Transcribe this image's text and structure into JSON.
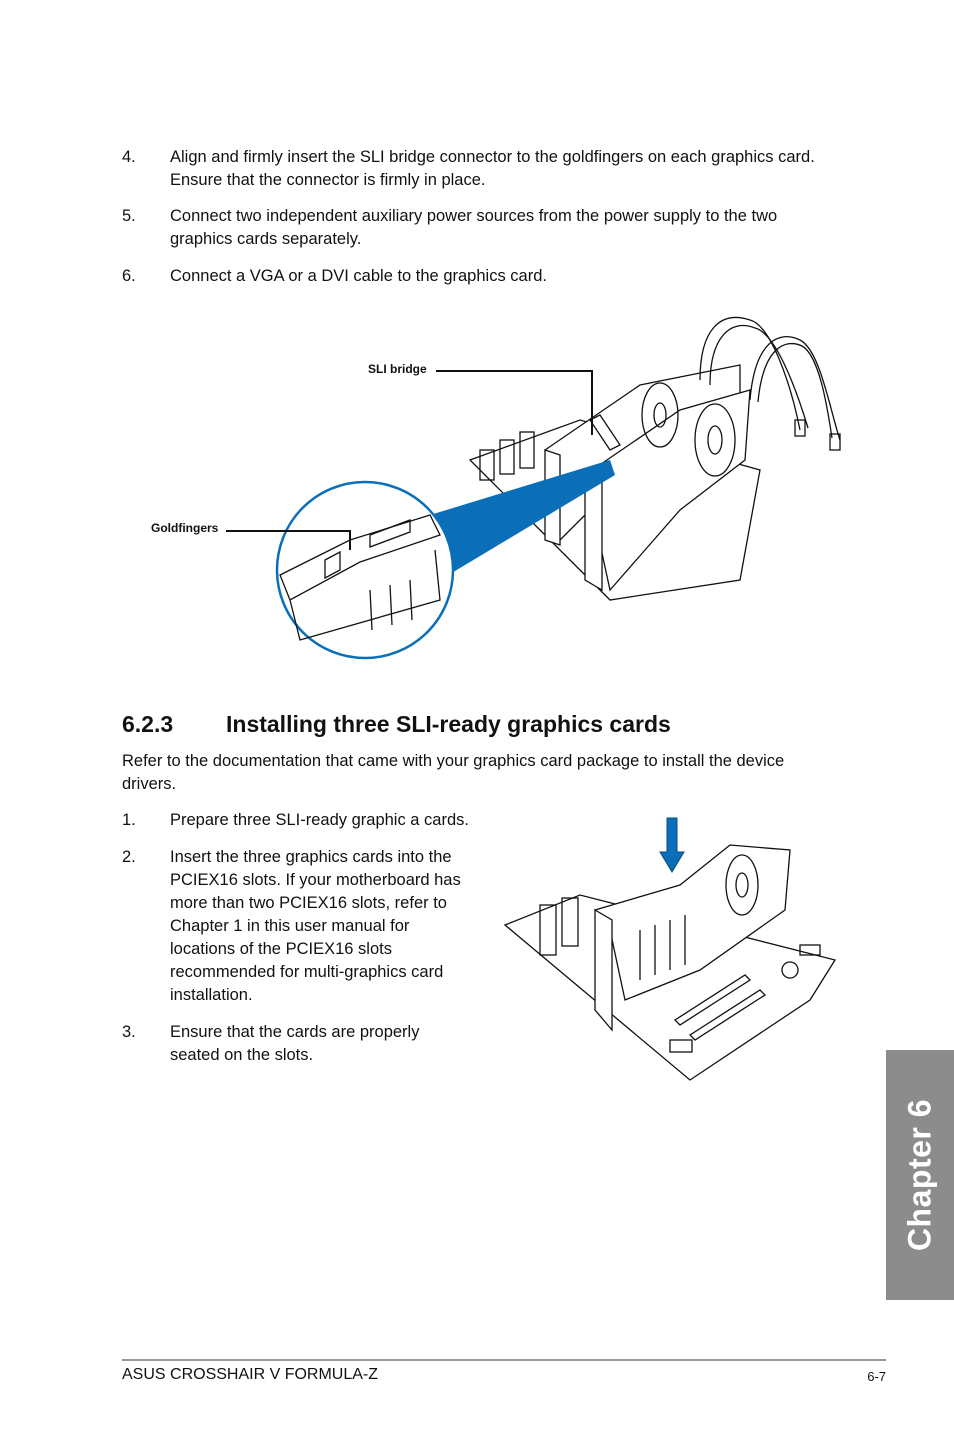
{
  "steps_top": [
    {
      "num": "4.",
      "text": "Align and firmly insert the SLI bridge connector to the goldfingers on each graphics card. Ensure that the connector is firmly in place."
    },
    {
      "num": "5.",
      "text": "Connect two independent auxiliary power sources from the power supply to the two graphics cards separately."
    },
    {
      "num": "6.",
      "text": "Connect a VGA or a DVI cable to the graphics card."
    }
  ],
  "figure1": {
    "label_sli_bridge": "SLI bridge",
    "label_goldfingers": "Goldfingers"
  },
  "section": {
    "number": "6.2.3",
    "title": "Installing three SLI-ready graphics cards",
    "intro": "Refer to the documentation that came with your graphics card package to install the device drivers."
  },
  "steps_bottom": [
    {
      "num": "1.",
      "text": "Prepare three SLI-ready graphic a cards."
    },
    {
      "num": "2.",
      "text": "Insert the three graphics cards into the PCIEX16 slots. If your motherboard has more than two PCIEX16 slots, refer to Chapter 1 in this user manual for locations of the PCIEX16 slots recommended for multi-graphics card installation."
    },
    {
      "num": "3.",
      "text": "Ensure that the cards are properly seated on the slots."
    }
  ],
  "chapter_tab": "Chapter 6",
  "footer": {
    "left": "ASUS CROSSHAIR V FORMULA-Z",
    "right": "6-7"
  },
  "colors": {
    "accent_blue": "#0a6fb8",
    "tab_gray": "#8c8c8c"
  }
}
